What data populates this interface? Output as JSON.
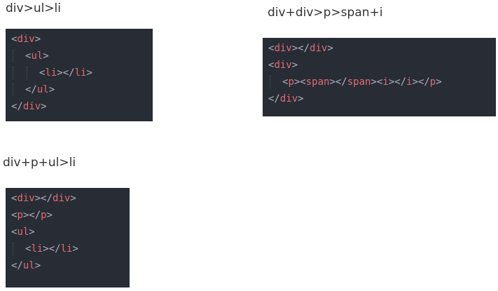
{
  "blocks": [
    {
      "caption": "div>ul>li",
      "lines": [
        {
          "indent": 0,
          "tokens": [
            {
              "t": "<",
              "k": "punc"
            },
            {
              "t": "div",
              "k": "tag"
            },
            {
              "t": ">",
              "k": "punc"
            }
          ]
        },
        {
          "indent": 1,
          "tokens": [
            {
              "t": "<",
              "k": "punc"
            },
            {
              "t": "ul",
              "k": "tag"
            },
            {
              "t": ">",
              "k": "punc"
            }
          ]
        },
        {
          "indent": 2,
          "tokens": [
            {
              "t": "<",
              "k": "punc"
            },
            {
              "t": "li",
              "k": "tag"
            },
            {
              "t": "></",
              "k": "punc"
            },
            {
              "t": "li",
              "k": "tag"
            },
            {
              "t": ">",
              "k": "punc"
            }
          ]
        },
        {
          "indent": 1,
          "tokens": [
            {
              "t": "</",
              "k": "punc"
            },
            {
              "t": "ul",
              "k": "tag"
            },
            {
              "t": ">",
              "k": "punc"
            }
          ]
        },
        {
          "indent": 0,
          "tokens": [
            {
              "t": "</",
              "k": "punc"
            },
            {
              "t": "div",
              "k": "tag"
            },
            {
              "t": ">",
              "k": "punc"
            }
          ]
        }
      ]
    },
    {
      "caption": "div+div>p>span+i",
      "lines": [
        {
          "indent": 0,
          "tokens": [
            {
              "t": "<",
              "k": "punc"
            },
            {
              "t": "div",
              "k": "tag"
            },
            {
              "t": "></",
              "k": "punc"
            },
            {
              "t": "div",
              "k": "tag"
            },
            {
              "t": ">",
              "k": "punc"
            }
          ]
        },
        {
          "indent": 0,
          "tokens": [
            {
              "t": "<",
              "k": "punc"
            },
            {
              "t": "div",
              "k": "tag"
            },
            {
              "t": ">",
              "k": "punc"
            }
          ]
        },
        {
          "indent": 1,
          "tokens": [
            {
              "t": "<",
              "k": "punc"
            },
            {
              "t": "p",
              "k": "tag"
            },
            {
              "t": "><",
              "k": "punc"
            },
            {
              "t": "span",
              "k": "tag"
            },
            {
              "t": "></",
              "k": "punc"
            },
            {
              "t": "span",
              "k": "tag"
            },
            {
              "t": "><",
              "k": "punc"
            },
            {
              "t": "i",
              "k": "tag"
            },
            {
              "t": "></",
              "k": "punc"
            },
            {
              "t": "i",
              "k": "tag"
            },
            {
              "t": "></",
              "k": "punc"
            },
            {
              "t": "p",
              "k": "tag"
            },
            {
              "t": ">",
              "k": "punc"
            }
          ]
        },
        {
          "indent": 0,
          "tokens": [
            {
              "t": "</",
              "k": "punc"
            },
            {
              "t": "div",
              "k": "tag"
            },
            {
              "t": ">",
              "k": "punc"
            }
          ]
        }
      ]
    },
    {
      "caption": "div+p+ul>li",
      "lines": [
        {
          "indent": 0,
          "tokens": [
            {
              "t": "<",
              "k": "punc"
            },
            {
              "t": "div",
              "k": "tag"
            },
            {
              "t": "></",
              "k": "punc"
            },
            {
              "t": "div",
              "k": "tag"
            },
            {
              "t": ">",
              "k": "punc"
            }
          ]
        },
        {
          "indent": 0,
          "tokens": [
            {
              "t": "<",
              "k": "punc"
            },
            {
              "t": "p",
              "k": "tag"
            },
            {
              "t": "></",
              "k": "punc"
            },
            {
              "t": "p",
              "k": "tag"
            },
            {
              "t": ">",
              "k": "punc"
            }
          ]
        },
        {
          "indent": 0,
          "tokens": [
            {
              "t": "<",
              "k": "punc"
            },
            {
              "t": "ul",
              "k": "tag"
            },
            {
              "t": ">",
              "k": "punc"
            }
          ]
        },
        {
          "indent": 1,
          "tokens": [
            {
              "t": "<",
              "k": "punc"
            },
            {
              "t": "li",
              "k": "tag"
            },
            {
              "t": "></",
              "k": "punc"
            },
            {
              "t": "li",
              "k": "tag"
            },
            {
              "t": ">",
              "k": "punc"
            }
          ]
        },
        {
          "indent": 0,
          "tokens": [
            {
              "t": "</",
              "k": "punc"
            },
            {
              "t": "ul",
              "k": "tag"
            },
            {
              "t": ">",
              "k": "punc"
            }
          ]
        }
      ]
    }
  ],
  "colors": {
    "editor_background": "#282c34",
    "tag_name": "#e06c75",
    "punctuation": "#abb2bf",
    "indent_guide": "#4b5263",
    "caption_text": "#333333"
  }
}
